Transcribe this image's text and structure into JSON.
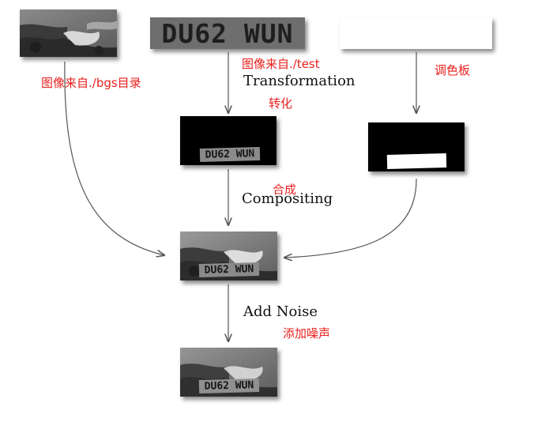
{
  "labels": {
    "bg_source": "图像来自./bgs目录",
    "test_source": "图像来自./test",
    "transformation_en": "Transformation",
    "transformation_zh": "转化",
    "palette": "调色板",
    "compositing_en": "Compositing",
    "compositing_zh": "合成",
    "add_noise_en": "Add Noise",
    "add_noise_zh": "添加噪声"
  },
  "plate": {
    "text": "DU62 WUN"
  },
  "colors": {
    "annotation_red": "#e8201e",
    "text_black": "#111111",
    "arrow_gray": "#555555"
  }
}
